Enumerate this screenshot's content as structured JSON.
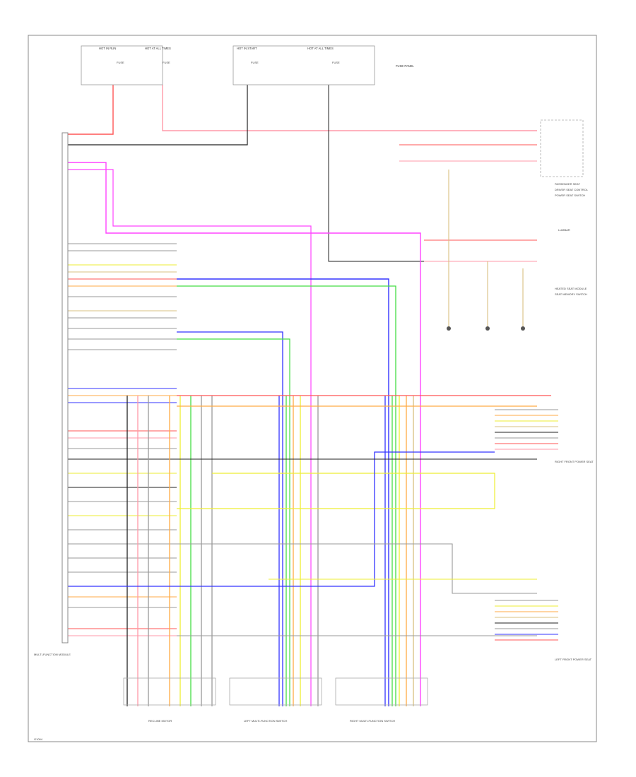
{
  "colors": {
    "red": "#ff5555",
    "pink": "#ff99a8",
    "magenta": "#ff44ff",
    "orange": "#ffaa44",
    "yellow": "#eeee33",
    "tan": "#d8c080",
    "green": "#44dd44",
    "blue": "#3333ff",
    "gray": "#999999",
    "black": "#222222",
    "white_wire": "#cccccc",
    "frame": "#888888"
  },
  "labels": {
    "top": [
      "HOT IN RUN",
      "HOT AT ALL TIMES",
      "FUSE",
      "FUSE",
      "HOT IN START",
      "HOT AT ALL TIMES",
      "FUSE",
      "FUSE",
      "FUSE PANEL"
    ],
    "right": [
      "PASSENGER SEAT",
      "DRIVER SEAT CONTROL",
      "POWER SEAT SWITCH",
      "LUMBAR",
      "HEATED SEAT MODULE",
      "SEAT MEMORY SWITCH",
      "RIGHT FRONT POWER SEAT",
      "LEFT FRONT POWER SEAT"
    ],
    "bottom": [
      "RECLINE MOTOR",
      "LEFT MULTI-FUNCTION SWITCH",
      "RIGHT MULTI-FUNCTION SWITCH"
    ],
    "left": [
      "MULTI-FUNCTION MODULE",
      "G1004"
    ]
  }
}
